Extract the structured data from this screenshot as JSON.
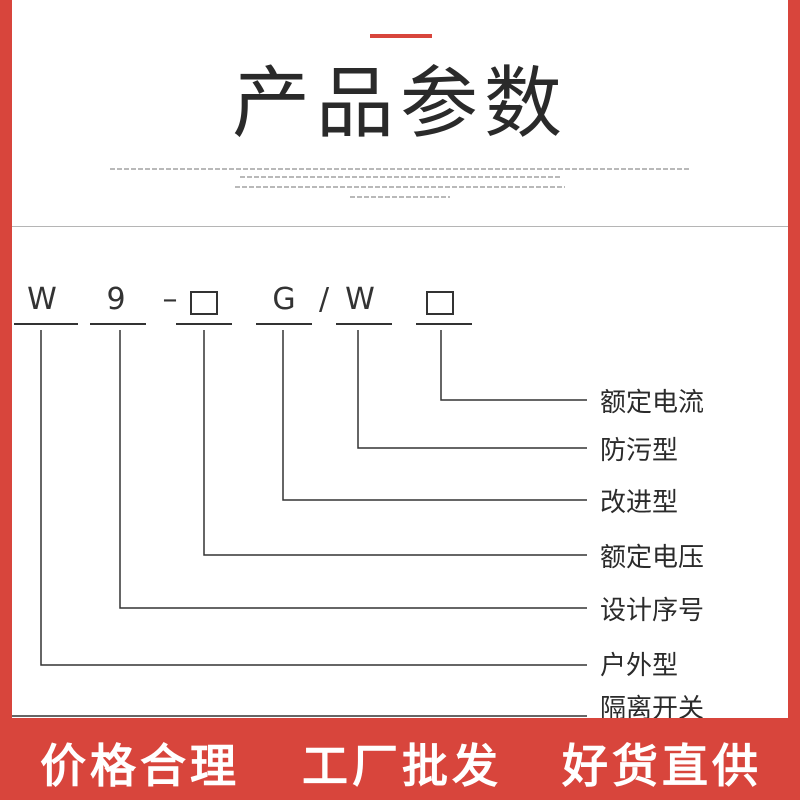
{
  "header": {
    "title": "产品参数"
  },
  "model_code": {
    "chars": [
      "W",
      "9",
      "–",
      "G",
      "/",
      "W"
    ]
  },
  "legend": {
    "items": [
      "额定电流",
      "防污型",
      "改进型",
      "额定电压",
      "设计序号",
      "户外型",
      "隔离开关"
    ]
  },
  "footer": {
    "slogans": [
      "价格合理",
      "工厂批发",
      "好货直供"
    ]
  },
  "colors": {
    "brand_red": "#d8453c",
    "text": "#2b2b2b",
    "background": "#ffffff"
  }
}
